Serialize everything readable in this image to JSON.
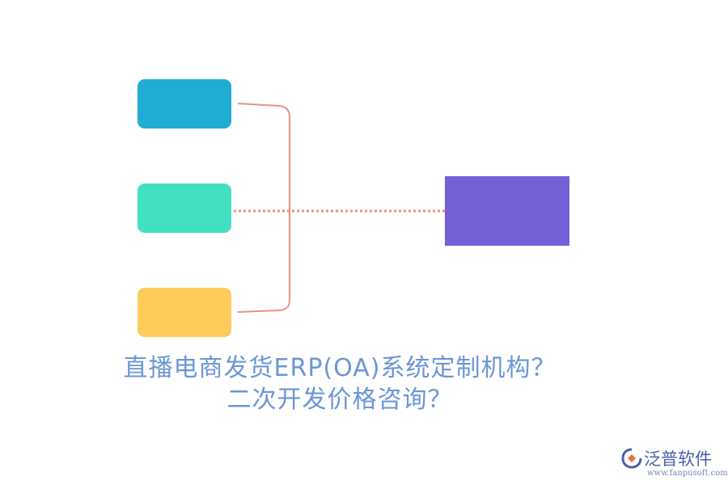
{
  "diagram": {
    "nodes": [
      {
        "id": "box-blue",
        "color": "#1fadd3"
      },
      {
        "id": "box-teal",
        "color": "#43dfc1"
      },
      {
        "id": "box-yellow",
        "color": "#ffcc5c"
      },
      {
        "id": "box-purple",
        "color": "#7660d8"
      }
    ],
    "connector_color": "#f0917a"
  },
  "title": {
    "line1": "直播电商发货ERP(OA)系统定制机构？",
    "line2": "二次开发价格咨询？",
    "color": "#6b96d6"
  },
  "logo": {
    "name": "泛普软件",
    "url": "www.fanpusoft.com"
  }
}
